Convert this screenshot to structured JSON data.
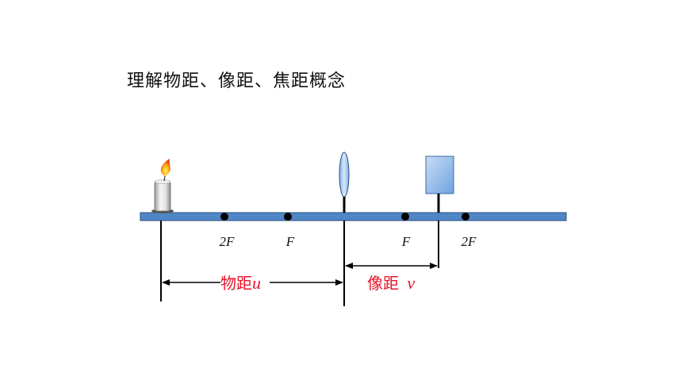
{
  "title": "理解物距、像距、焦距概念",
  "bench": {
    "color": "#4f86c6"
  },
  "focal_points": [
    {
      "label": "2F"
    },
    {
      "label": "F"
    },
    {
      "label": "F"
    },
    {
      "label": "2F"
    }
  ],
  "object_distance": {
    "text": "物距",
    "var": "u"
  },
  "image_distance": {
    "text": "像距 ",
    "var": "v"
  },
  "colors": {
    "label_red": "#e8142a",
    "lens": "#9cc3ea",
    "screen": "#7fb0e6"
  }
}
